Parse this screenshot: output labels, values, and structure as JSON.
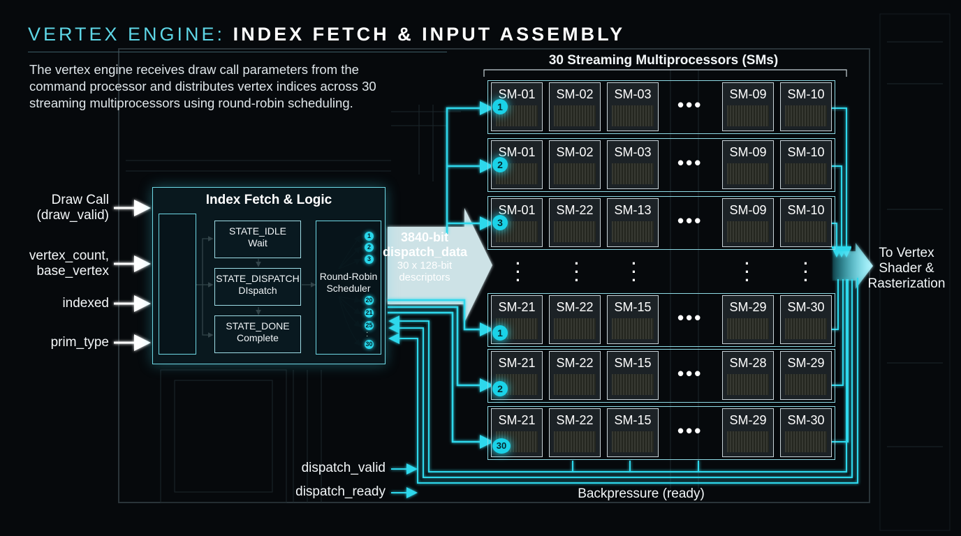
{
  "title": {
    "prefix": "VERTEX ENGINE:",
    "main": "INDEX FETCH & INPUT ASSEMBLY"
  },
  "description": "The vertex engine receives draw call parameters from the command processor and distributes vertex indices across 30 streaming multiprocessors using round-robin scheduling.",
  "inputs": [
    {
      "line1": "Draw Call",
      "line2": "(draw_valid)"
    },
    {
      "line1": "vertex_count,",
      "line2": "base_vertex"
    },
    {
      "line1": "indexed",
      "line2": ""
    },
    {
      "line1": "prim_type",
      "line2": ""
    }
  ],
  "index_fetch": {
    "title": "Index Fetch & Logic",
    "states": [
      {
        "name": "STATE_IDLE",
        "sub": "Wait"
      },
      {
        "name": "STATE_DISPATCH",
        "sub": "DIspatch"
      },
      {
        "name": "STATE_DONE",
        "sub": "Complete"
      }
    ],
    "scheduler": {
      "line1": "Round-Robin",
      "line2": "Scheduler"
    },
    "scheduler_badges_top": [
      "1",
      "2",
      "3"
    ],
    "scheduler_badges_bottom": [
      "20",
      "21",
      "25",
      "30"
    ]
  },
  "bus": {
    "width": "3840-bit",
    "name": "dispatch_data",
    "detail1": "30 x 128-bit",
    "detail2": "descriptors"
  },
  "sm_header": "30 Streaming Multiprocessors (SMs)",
  "sm_rows": [
    {
      "badge": "1",
      "cells": [
        "SM-01",
        "SM-02",
        "SM-03",
        "SM-09",
        "SM-10"
      ]
    },
    {
      "badge": "2",
      "cells": [
        "SM-01",
        "SM-02",
        "SM-03",
        "SM-09",
        "SM-10"
      ]
    },
    {
      "badge": "3",
      "cells": [
        "SM-01",
        "SM-22",
        "SM-13",
        "SM-09",
        "SM-10"
      ]
    },
    {
      "badge": "1",
      "cells": [
        "SM-21",
        "SM-22",
        "SM-15",
        "SM-29",
        "SM-30"
      ]
    },
    {
      "badge": "2",
      "cells": [
        "SM-21",
        "SM-22",
        "SM-15",
        "SM-28",
        "SM-29"
      ]
    },
    {
      "badge": "30",
      "cells": [
        "SM-21",
        "SM-22",
        "SM-15",
        "SM-29",
        "SM-30"
      ]
    }
  ],
  "ellipsis": "•••",
  "output": {
    "line1": "To Vertex",
    "line2": "Shader &",
    "line3": "Rasterization"
  },
  "signals": {
    "valid": "dispatch_valid",
    "ready": "dispatch_ready"
  },
  "backpressure": "Backpressure (ready)",
  "colors": {
    "accent": "#28d6ea",
    "background": "#06090c",
    "card_border": "#c8d3d8"
  }
}
